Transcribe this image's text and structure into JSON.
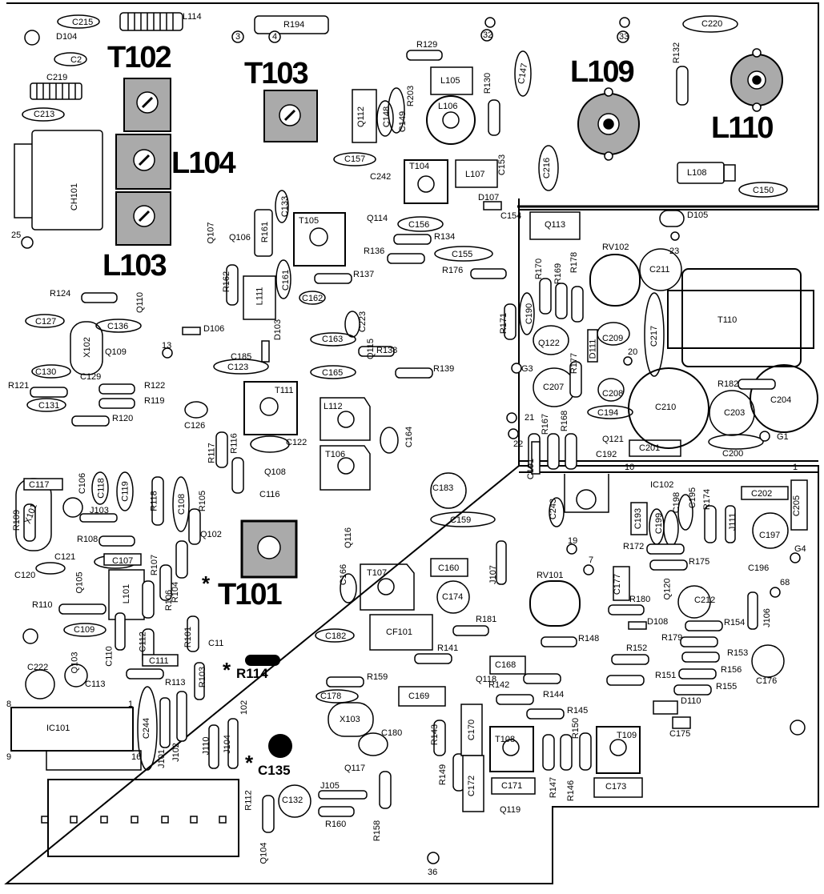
{
  "labels": {
    "t102": "T102",
    "t103": "T103",
    "l109": "L109",
    "l110": "L110",
    "l104": "L104",
    "l103": "L103",
    "t101": "T101",
    "r114": "R114",
    "c135": "C135",
    "asterisk": "*",
    "c215": "C215",
    "d104": "D104",
    "c2": "C2",
    "c219": "C219",
    "c213": "C213",
    "ch101": "CH101",
    "l114": "L114",
    "r194": "R194",
    "n3": "3",
    "n4": "4",
    "r129": "R129",
    "n32": "32",
    "n33": "33",
    "c220": "C220",
    "r132": "R132",
    "l105": "L105",
    "l106": "L106",
    "r130": "R130",
    "c147": "C147",
    "q112": "Q112",
    "c148": "C148",
    "c149": "C149",
    "r203": "R203",
    "c157": "C157",
    "c242": "C242",
    "q114": "Q114",
    "t104": "T104",
    "l107": "L107",
    "c153": "C153",
    "c216": "C216",
    "l108": "L108",
    "c150": "C150",
    "d107": "D107",
    "c154": "C154",
    "q113": "Q113",
    "d105": "D105",
    "n23": "23",
    "n25": "25",
    "q107": "Q107",
    "q106": "Q106",
    "r161": "R161",
    "c133": "C133",
    "t105": "T105",
    "c156": "C156",
    "r134": "R134",
    "r136": "R136",
    "c155": "C155",
    "r176": "R176",
    "rv102": "RV102",
    "c211": "C211",
    "t110": "T110",
    "r124": "R124",
    "q110": "Q110",
    "c127": "C127",
    "c136": "C136",
    "r162": "R162",
    "l111": "L111",
    "r137": "R137",
    "c161": "C161",
    "c162": "C162",
    "r170": "R170",
    "r169": "R169",
    "r178": "R178",
    "r171": "R171",
    "c190": "C190",
    "c217": "C217",
    "x102": "X102",
    "q109": "Q109",
    "d106": "D106",
    "n13": "13",
    "c185": "C185",
    "d103": "D103",
    "c223": "C223",
    "c163": "C163",
    "r138": "R138",
    "q115": "Q115",
    "q122": "Q122",
    "c209": "C209",
    "d111": "D111",
    "n20": "20",
    "c130": "C130",
    "c129": "C129",
    "c123": "C123",
    "c165": "C165",
    "r139": "R139",
    "r177": "R177",
    "g3": "G3",
    "c207": "C207",
    "c208": "C208",
    "c210": "C210",
    "r182": "R182",
    "c204": "C204",
    "c203": "C203",
    "r121": "R121",
    "r122": "R122",
    "r119": "R119",
    "c131": "C131",
    "r120": "R120",
    "c126": "C126",
    "t111": "T111",
    "l112": "L112",
    "c164": "C164",
    "n21": "21",
    "r167": "R167",
    "r168": "R168",
    "c194": "C194",
    "q121": "Q121",
    "n22": "22",
    "c192": "C192",
    "c201": "C201",
    "c200": "C200",
    "g1": "G1",
    "r117": "R117",
    "r116": "R116",
    "c122": "C122",
    "q108": "Q108",
    "c116": "C116",
    "t106": "T106",
    "c191": "C191",
    "n10": "10",
    "n1": "1",
    "c183": "C183",
    "ic102": "IC102",
    "c198": "C198",
    "c195": "C195",
    "r174": "R174",
    "c202": "C202",
    "c205": "C205",
    "c117": "C117",
    "c106": "C106",
    "c118": "C118",
    "c119": "C119",
    "r118": "R118",
    "c108": "C108",
    "r105": "R105",
    "j103": "J103",
    "r109": "R109",
    "x101": "X101",
    "q102": "Q102",
    "q116": "Q116",
    "c159": "C159",
    "c243": "C243",
    "c193": "C193",
    "c199": "C199",
    "j111": "J111",
    "c197": "C197",
    "r108": "R108",
    "c107": "C107",
    "c121": "C121",
    "c120": "C120",
    "q105": "Q105",
    "l101": "L101",
    "r107": "R107",
    "r104": "R104",
    "r106": "R106",
    "c166": "C166",
    "t107": "T107",
    "c160": "C160",
    "j107": "J107",
    "n19": "19",
    "n7": "7",
    "rv101": "RV101",
    "c177": "C177",
    "r172": "R172",
    "r175": "R175",
    "c196": "C196",
    "g4": "G4",
    "n68": "68",
    "r110": "R110",
    "c174": "C174",
    "r180": "R180",
    "q120": "Q120",
    "c212": "C212",
    "j106": "J106",
    "c109": "C109",
    "c182": "C182",
    "cf101": "CF101",
    "r181": "R181",
    "d108": "D108",
    "r154": "R154",
    "r179": "R179",
    "r148": "R148",
    "c110": "C110",
    "q103": "Q103",
    "c112": "C112",
    "r101": "R101",
    "c11": "C11",
    "c111": "C111",
    "c222": "C222",
    "r141": "R141",
    "c168": "C168",
    "r152": "R152",
    "r153": "R153",
    "c113": "C113",
    "r113": "R113",
    "r103": "R103",
    "r159": "R159",
    "q118": "Q118",
    "r142": "R142",
    "r151": "R151",
    "r156": "R156",
    "c176": "C176",
    "c178": "C178",
    "c169": "C169",
    "r144": "R144",
    "r155": "R155",
    "d110": "D110",
    "ic101": "IC101",
    "c244": "C244",
    "x103": "X103",
    "r145": "R145",
    "c175": "C175",
    "n102": "102",
    "c180": "C180",
    "r143": "R143",
    "c170": "C170",
    "t108": "T108",
    "r150": "R150",
    "t109": "T109",
    "j101": "J101",
    "j102": "J102",
    "j110": "J110",
    "j104": "J104",
    "q117": "Q117",
    "r149": "R149",
    "c172": "C172",
    "c171": "C171",
    "r147": "R147",
    "r146": "R146",
    "c173": "C173",
    "r112": "R112",
    "c132": "C132",
    "j105": "J105",
    "r160": "R160",
    "r158": "R158",
    "q119": "Q119",
    "q104": "Q104",
    "n36": "36",
    "pin8": "8",
    "pin1": "1",
    "pin9": "9",
    "pin16": "16"
  }
}
